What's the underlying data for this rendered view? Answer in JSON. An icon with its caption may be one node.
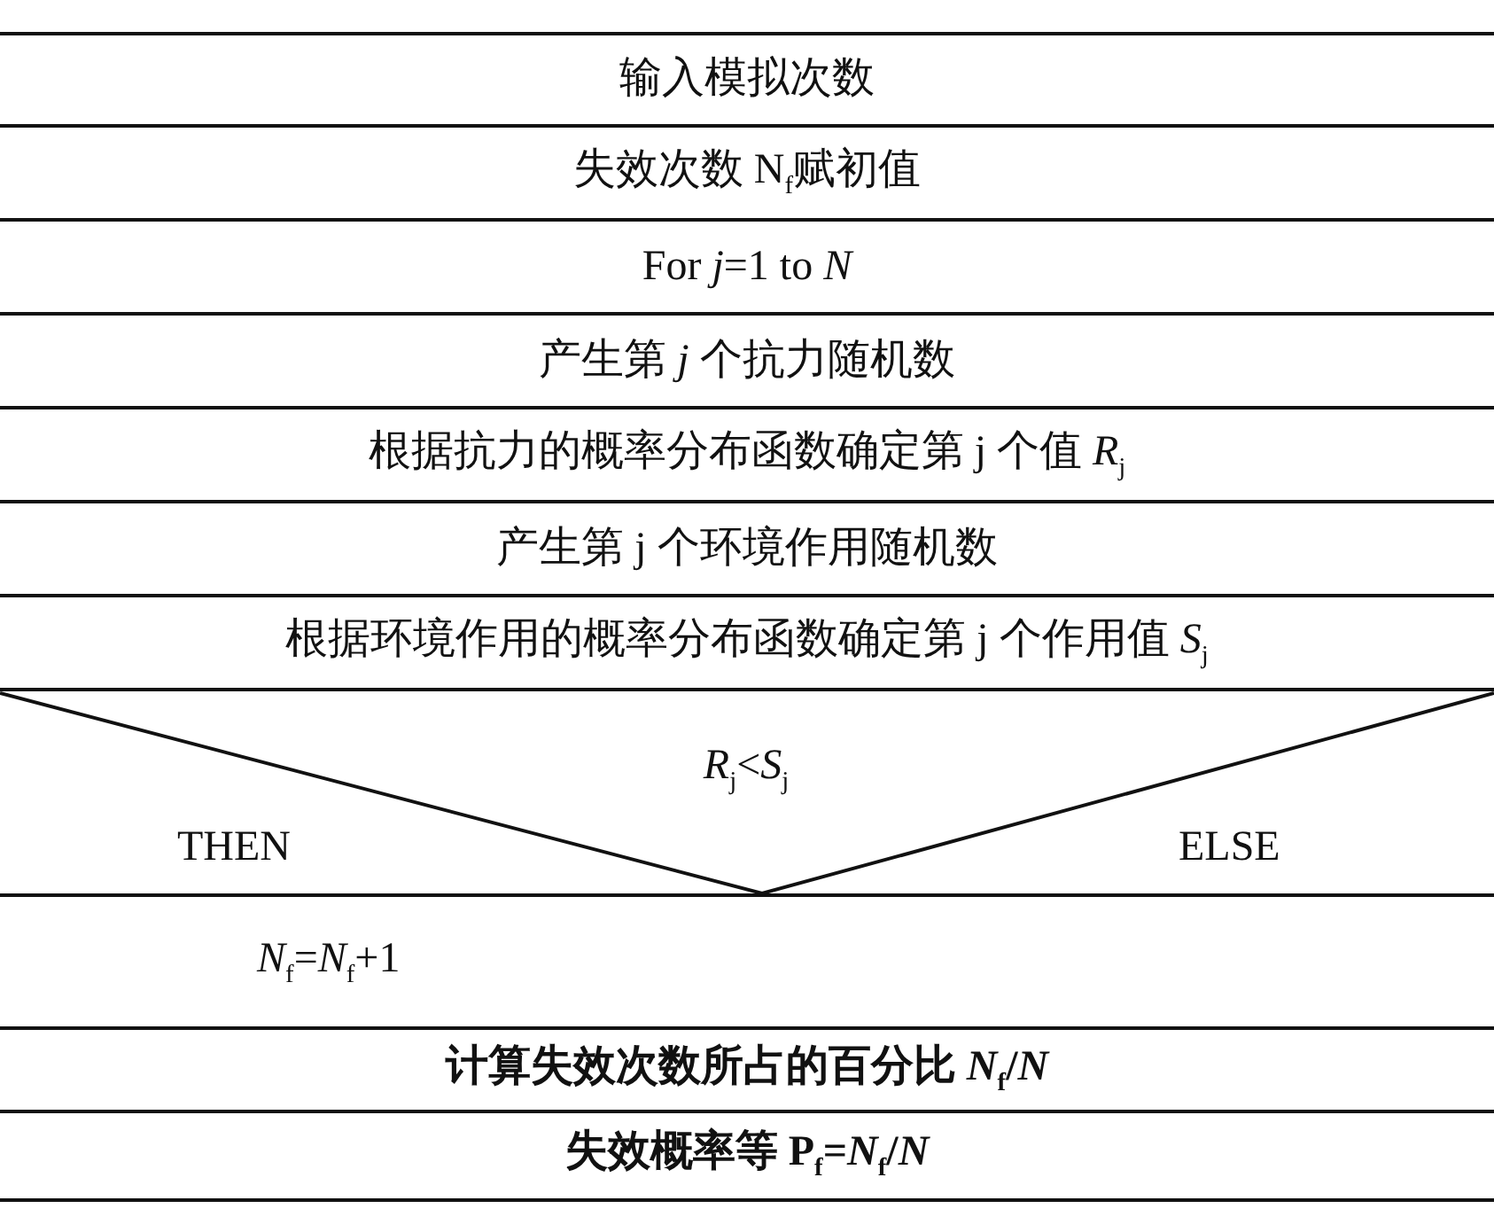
{
  "diagram": {
    "nodes": [
      {
        "text": [
          "输入模拟次数"
        ]
      },
      {
        "text": [
          "失效次数 N$_{f}$赋初值"
        ]
      },
      {
        "text": [
          "For *j*=1 to *N*"
        ]
      },
      {
        "text": [
          "产生第 *j* 个抗力随机数"
        ]
      },
      {
        "text": [
          "根据抗力的概率分布函数确定第 j 个值 *R*$_{j}$"
        ]
      },
      {
        "text": [
          "产生第 j 个环境作用随机数"
        ]
      },
      {
        "text": [
          "根据环境作用的概率分布函数确定第 j 个作用值 *S*$_{j}$"
        ]
      },
      {
        "text": [
          "*R*$_{j}$<*S*$_{j}$",
          "THEN",
          "ELSE"
        ]
      },
      {
        "text": [
          "*N*$_{f}$=*N*$_{f}$+1"
        ]
      },
      {
        "text": [
          "计算失效次数所占的百分比 *N*$_{f}$/*N*"
        ]
      },
      {
        "text": [
          "失效概率等 P$_{f}$=*N*$_{f}$/*N*"
        ]
      }
    ]
  }
}
